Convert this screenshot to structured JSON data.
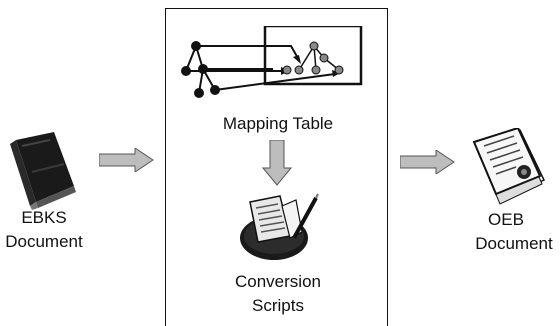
{
  "source": {
    "line1": "EBKS",
    "line2": "Document",
    "icon": "book-icon"
  },
  "process": {
    "mapping_label": "Mapping Table",
    "conversion_line1": "Conversion",
    "conversion_line2": "Scripts",
    "mapping_icon": "tree-mapping-icon",
    "scripts_icon": "scripts-icon"
  },
  "target": {
    "line1": "OEB",
    "line2": "Document",
    "icon": "certificate-document-icon"
  },
  "arrows": [
    "arrow-right-icon",
    "arrow-down-icon",
    "arrow-right-icon"
  ]
}
